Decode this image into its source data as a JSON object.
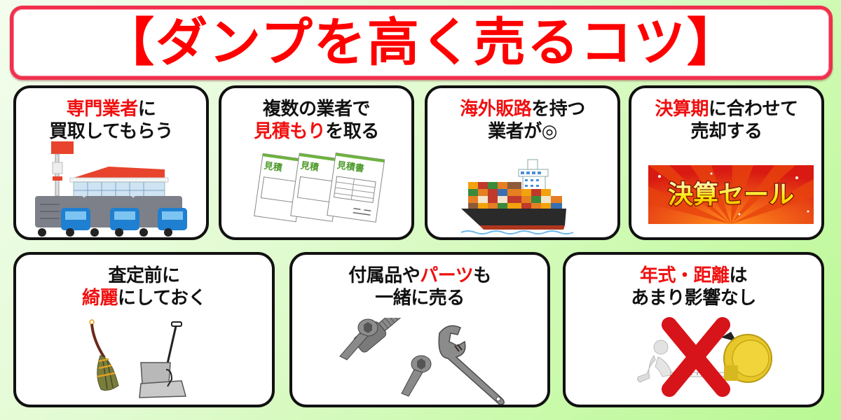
{
  "title": {
    "text": "【ダンプを高く売るコツ】",
    "color": "#ff0000",
    "border_color": "#f0304e"
  },
  "colors": {
    "highlight": "#f01010",
    "text": "#111111",
    "card_border": "#111111",
    "bg_start": "#f3fdee",
    "bg_end": "#b9f893"
  },
  "tips": [
    {
      "id": "specialist",
      "line1": {
        "red": "専門業者",
        "black": "に"
      },
      "line2": {
        "red": "",
        "black": "買取してもらう"
      },
      "illustration": "dealership-with-trucks"
    },
    {
      "id": "multiple-quotes",
      "line1": {
        "red": "",
        "black": "複数の業者で"
      },
      "line2": {
        "red": "見積もり",
        "black": "を取る"
      },
      "illustration": "quote-documents",
      "doc_label": "見積書"
    },
    {
      "id": "overseas",
      "line1": {
        "red": "海外販路",
        "black": "を持つ"
      },
      "line2": {
        "red": "",
        "black": "業者が◎"
      },
      "illustration": "container-ship"
    },
    {
      "id": "fiscal-period",
      "line1": {
        "red": "決算期",
        "black": "に合わせて"
      },
      "line2": {
        "red": "",
        "black": "売却する"
      },
      "illustration": "sale-banner",
      "banner_text": "決算セール"
    },
    {
      "id": "clean",
      "line1": {
        "red": "",
        "black": "査定前に"
      },
      "line2": {
        "red": "綺麗",
        "black": "にしておく"
      },
      "illustration": "broom-and-dustpan"
    },
    {
      "id": "accessories",
      "line1": {
        "red": "パーツ",
        "black": "も",
        "prefix": "付属品や"
      },
      "line2": {
        "red": "",
        "black": "一緒に売る"
      },
      "illustration": "bolts-and-wrench"
    },
    {
      "id": "year-mileage",
      "line1": {
        "red": "年式・距離",
        "black": "は"
      },
      "line2": {
        "red": "",
        "black": "あまり影響なし"
      },
      "illustration": "tape-measure-crossed"
    }
  ]
}
